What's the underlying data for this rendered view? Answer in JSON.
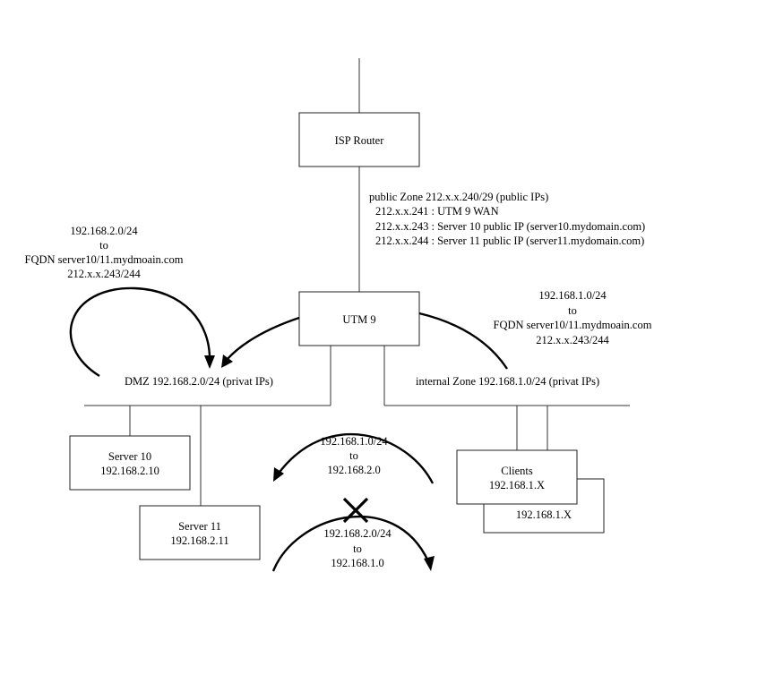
{
  "nodes": {
    "isp_router": "ISP Router",
    "utm": "UTM 9",
    "server10": {
      "name": "Server 10",
      "ip": "192.168.2.10"
    },
    "server11": {
      "name": "Server 11",
      "ip": "192.168.2.11"
    },
    "clients": {
      "name": "Clients",
      "ip": "192.168.1.X",
      "ip2": "192.168.1.X"
    }
  },
  "public_zone": {
    "title": "public Zone 212.x.x.240/29 (public IPs)",
    "lines": [
      "212.x.x.241 : UTM 9 WAN",
      "212.x.x.243 : Server 10 public IP (server10.mydomain.com)",
      "212.x.x.244 : Server 11 public IP (server11.mydomain.com)"
    ]
  },
  "zones": {
    "dmz": "DMZ 192.168.2.0/24 (privat IPs)",
    "internal": "internal Zone 192.168.1.0/24 (privat IPs)"
  },
  "flows": {
    "dmz_loop": [
      "192.168.2.0/24",
      "to",
      "FQDN server10/11.mydmoain.com",
      "212.x.x.243/244"
    ],
    "internal_to_fqdn": [
      "192.168.1.0/24",
      "to",
      "FQDN server10/11.mydmoain.com",
      "212.x.x.243/244"
    ],
    "internal_to_dmz": [
      "192.168.1.0/24",
      "to",
      "192.168.2.0"
    ],
    "dmz_to_internal_blocked": [
      "192.168.2.0/24",
      "to",
      "192.168.1.0"
    ]
  }
}
